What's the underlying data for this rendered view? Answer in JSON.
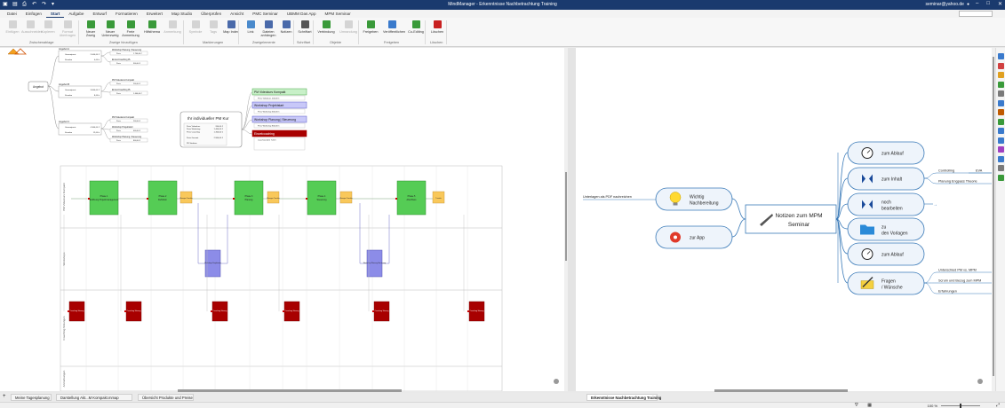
{
  "window": {
    "title": "MindManager - Erkenntnisse Nachbetrachtung Training",
    "account": "seminar@yahoo.de"
  },
  "ribbon_tabs": [
    "Datei",
    "Einfügen",
    "Start",
    "Aufgabe",
    "Entwurf",
    "Formatieren",
    "Erweitert",
    "Map Studio",
    "Überprüfen",
    "Ansicht",
    "PMC Seminar",
    "UBMM Das App",
    "MPM Seminar"
  ],
  "ribbon": {
    "buttons": [
      {
        "label": "Einfügen",
        "disabled": true
      },
      {
        "label": "Ausschneiden",
        "disabled": true
      },
      {
        "label": "Kopieren",
        "disabled": true
      },
      {
        "label": "Format übertragen",
        "disabled": true
      },
      {
        "label": "Neuer Zweig",
        "disabled": false
      },
      {
        "label": "Neuer Unterzweig",
        "disabled": false
      },
      {
        "label": "Freie Anmerkung",
        "disabled": false
      },
      {
        "label": "Hilfsthema",
        "disabled": false
      },
      {
        "label": "Anmerkung",
        "disabled": true
      },
      {
        "label": "Symbole",
        "disabled": true
      },
      {
        "label": "Tags",
        "disabled": true
      },
      {
        "label": "Map Index",
        "disabled": false
      },
      {
        "label": "Link",
        "disabled": false
      },
      {
        "label": "Dateien anhängen",
        "disabled": false
      },
      {
        "label": "Notizen",
        "disabled": false
      },
      {
        "label": "Schriftart",
        "disabled": false
      },
      {
        "label": "Verbindung",
        "disabled": false
      },
      {
        "label": "Umrandung",
        "disabled": true
      },
      {
        "label": "Freigeben",
        "disabled": false
      },
      {
        "label": "Veröffentlichen",
        "disabled": false
      },
      {
        "label": "Co-Editing",
        "disabled": false
      },
      {
        "label": "Löschen",
        "disabled": false
      }
    ],
    "groups": [
      "Zwischenablage",
      "Zweige hinzufügen",
      "Markierungen",
      "Zweigelemente",
      "Schriftart",
      "Objekte",
      "Freigeben",
      "Löschen"
    ]
  },
  "left_map": {
    "root_label": "Angebot",
    "children": [
      {
        "label": "Angebot A",
        "row1_label": "Gesamtpreis",
        "row1_value": "2.000,00 €",
        "row2_label": "Stunden",
        "row2_value": "4,00 h",
        "subs": [
          {
            "title": "Workshop Planung | Steuerung",
            "price_label": "Preis",
            "price": "1.700,00 €"
          },
          {
            "title": "Einzel-Coaching PL",
            "price_label": "Preis",
            "price": "300,00 €"
          }
        ]
      },
      {
        "label": "Angebot B",
        "row1_label": "Gesamtpreis",
        "row1_value": "3.600,00 €",
        "row2_label": "Stunden",
        "row2_value": "8,00 h",
        "subs": [
          {
            "title": "PM Videokurs Kompakt",
            "price_label": "Preis",
            "price": "200,00 €"
          },
          {
            "title": "Einzel-Coaching PL",
            "price_label": "Preis",
            "price": "1.400,00 €"
          }
        ]
      },
      {
        "label": "Angebot C",
        "row1_label": "Gesamtpreis",
        "row1_value": "4.300,00 €",
        "row2_label": "Stunden",
        "row2_value": "12,00 h",
        "subs": [
          {
            "title": "PM Videokurs Kompakt",
            "price_label": "Preis",
            "price": "200,00 €"
          },
          {
            "title": "Workshop Projektstart",
            "price_label": "Preis",
            "price": "600,00 €"
          },
          {
            "title": "Workshop Planung | Steuerung",
            "price_label": "Preis",
            "price": "800,00 €"
          }
        ]
      }
    ],
    "course": {
      "title": "Ihr individueller PM Kur",
      "rows": [
        {
          "label": "Preis Videokurs",
          "value": "200,00 €"
        },
        {
          "label": "Preis Workshop",
          "value": "1.400,00 €"
        },
        {
          "label": "Preis Coaching",
          "value": "1.300,00 €"
        },
        {
          "label": "",
          "value": ""
        },
        {
          "label": "Preis Gesamt",
          "value": "2.900,00 €"
        },
        {
          "label": "",
          "value": ""
        },
        {
          "label": "PK Studium",
          "value": ""
        }
      ],
      "components": [
        {
          "title": "PM Videokurs Kompakt",
          "color": "#c8f0c8",
          "border": "#48a848",
          "detail": "Preis Videokurs   200,00 €"
        },
        {
          "title": "Workshop Projektstart",
          "color": "#c8c8f8",
          "border": "#5858c8",
          "detail": "Preis Workshop   600,00 €"
        },
        {
          "title": "Workshop Planung | Steuerung",
          "color": "#c8c8f8",
          "border": "#5858c8",
          "detail": "Preis Workshop   800,00 €"
        },
        {
          "title": "Einzelcoaching",
          "color": "#a80000",
          "border": "#a80000",
          "detail": "Coachstunden   7,00 h"
        }
      ]
    },
    "swimlanes": [
      "PM Videokurs Kompakt",
      "Workshops",
      "Coaching Sitzungen",
      "Anmerkungen"
    ],
    "phases": [
      "Phase 1 Eröffnung Projektmanagement",
      "Phase 2 Definition",
      "Phase 3 Planung",
      "Phase 4 Steuerung",
      "Phase 5 Abschluss"
    ],
    "notes_label": "Übungen Transfer",
    "final_label": "Transfer",
    "workshops": [
      "Workshop Projektstart",
      "Workshop Planung Steuerung"
    ],
    "coaching_label": "Coaching Sitzung"
  },
  "right_map": {
    "central": "Notizen zum MPM Seminar",
    "left_branches": [
      {
        "label": "Wichtig Nachbereitung",
        "icon": "lightbulb-icon",
        "callout": "Unterlagen als PDF nachreichen"
      },
      {
        "label": "zur App",
        "icon": "app-icon"
      }
    ],
    "right_branches": [
      {
        "label": "zum Ablauf",
        "icon": "stopwatch-icon",
        "subs": []
      },
      {
        "label": "zum Inhalt",
        "icon": "mm-logo-icon",
        "subs": [
          "Controlling",
          "Planung Engpass Theorie"
        ],
        "sub_extra": "EVA"
      },
      {
        "label": "noch bearbeiten",
        "icon": "mm-logo-icon",
        "subs": []
      },
      {
        "label": "zu den Vorlagen",
        "icon": "folder-icon",
        "subs": []
      },
      {
        "label": "zum Ablauf",
        "icon": "stopwatch-icon",
        "subs": []
      },
      {
        "label": "Fragen / Wünsche",
        "icon": "pencil-note-icon",
        "subs": [
          "Unterschied PM vs. MPM",
          "Scrum und Bezug zum MPM",
          "Erfahrungen"
        ]
      }
    ]
  },
  "doc_tabs": [
    {
      "label": "Meine Tagesplanung",
      "active": false
    },
    {
      "label": "Darstellung Akt...M Kompakt.mmap",
      "active": false
    },
    {
      "label": "Übersicht Produkte und Preise",
      "active": false
    },
    {
      "label": "Erkenntnisse Nachbetrachtung Training",
      "active": true
    }
  ],
  "status": {
    "zoom": "100 %"
  }
}
